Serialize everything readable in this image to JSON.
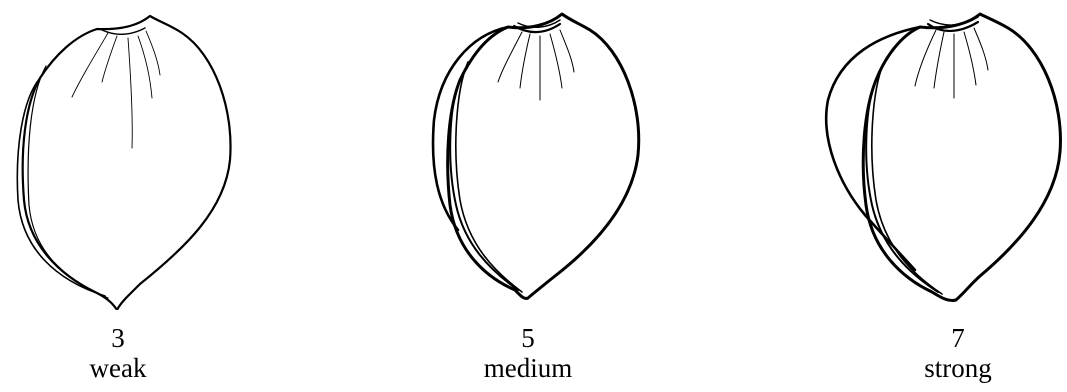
{
  "items": [
    {
      "number": "3",
      "label": "weak"
    },
    {
      "number": "5",
      "label": "medium"
    },
    {
      "number": "7",
      "label": "strong"
    }
  ]
}
